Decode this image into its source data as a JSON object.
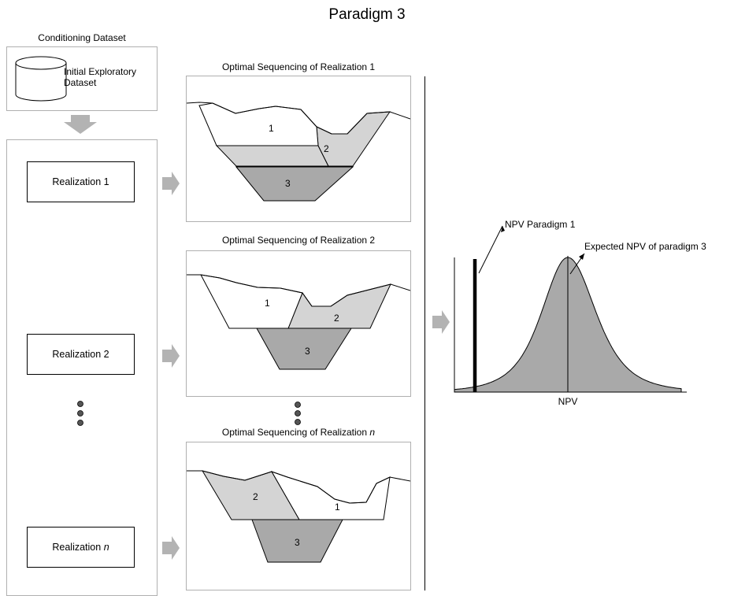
{
  "title": "Paradigm 3",
  "conditioning": {
    "label": "Conditioning Dataset",
    "db_label_line1": "Initial Exploratory",
    "db_label_line2": "Dataset"
  },
  "realizations": [
    {
      "label": "Realization 1"
    },
    {
      "label": "Realization 2"
    },
    {
      "label_prefix": "Realization",
      "label_italic": "n"
    }
  ],
  "sequencing": [
    {
      "title": "Optimal Sequencing of Realization 1",
      "phases": [
        "1",
        "2",
        "3"
      ]
    },
    {
      "title": "Optimal Sequencing of Realization 2",
      "phases": [
        "1",
        "2",
        "3"
      ]
    },
    {
      "title_prefix": "Optimal Sequencing of Realization",
      "title_italic": "n",
      "phases": [
        "2",
        "1",
        "3"
      ]
    }
  ],
  "distribution": {
    "annotation_paradigm1": "NPV Paradigm 1",
    "annotation_expected": "Expected NPV of paradigm 3",
    "xlabel": "NPV"
  },
  "colors": {
    "phase_light": "#d4d4d4",
    "phase_dark": "#a9a9a9",
    "arrow": "#b3b3b3",
    "panel_border": "#b0b0b0",
    "dot": "#555555"
  }
}
